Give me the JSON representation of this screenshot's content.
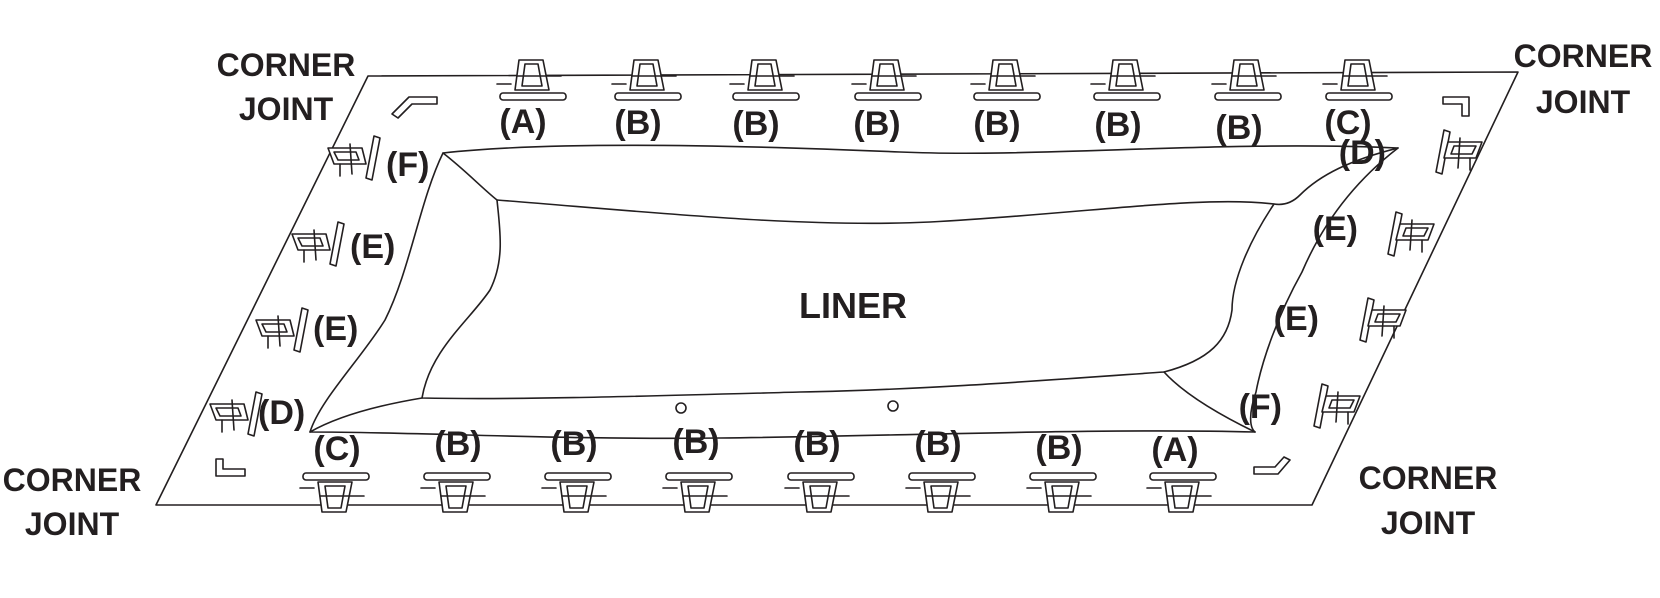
{
  "colors": {
    "ink": "#231f20",
    "background": "#ffffff"
  },
  "liner": {
    "label": "LINER"
  },
  "corner_label": {
    "line1": "CORNER",
    "line2": "JOINT"
  },
  "top_parts": [
    "(A)",
    "(B)",
    "(B)",
    "(B)",
    "(B)",
    "(B)",
    "(B)",
    "(C)"
  ],
  "bottom_parts": [
    "(C)",
    "(B)",
    "(B)",
    "(B)",
    "(B)",
    "(B)",
    "(B)",
    "(A)"
  ],
  "left_parts": [
    "(F)",
    "(E)",
    "(E)",
    "(D)"
  ],
  "right_parts": [
    "(D)",
    "(E)",
    "(E)",
    "(F)"
  ],
  "icons": {
    "bracket": "t-connector-bracket-icon",
    "rail": "top-rail-icon",
    "corner": "corner-joint-icon",
    "drain": "drain-hole-icon"
  }
}
